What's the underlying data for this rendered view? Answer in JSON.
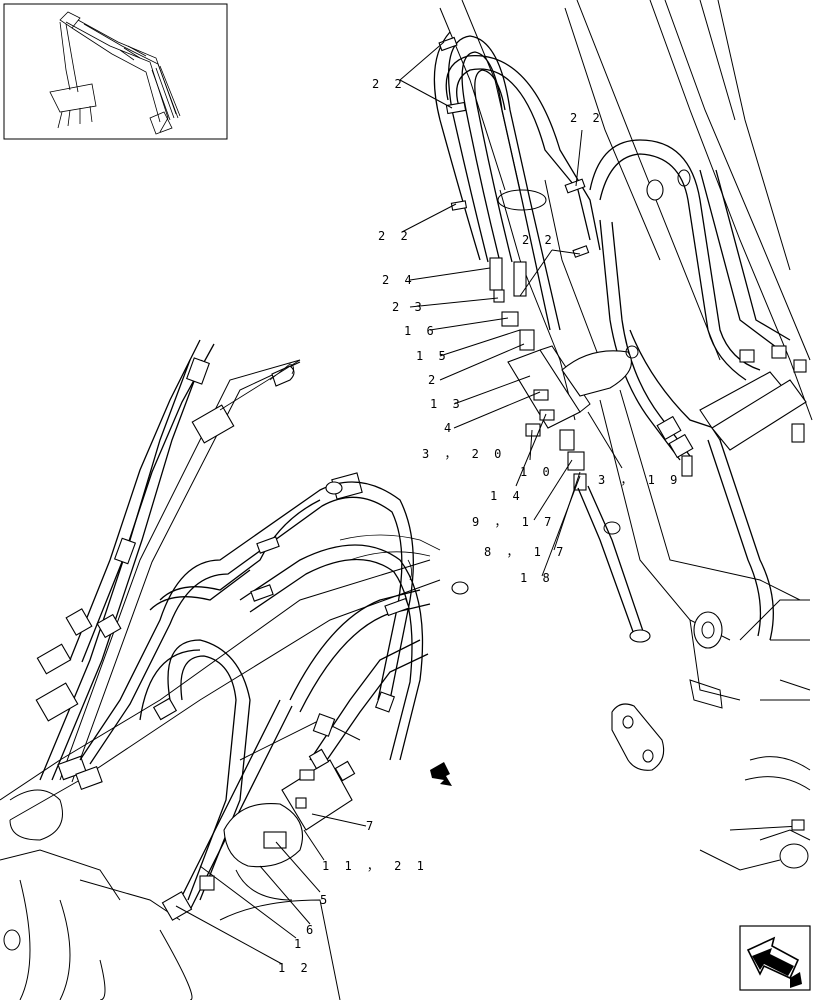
{
  "diagram": {
    "callouts": [
      {
        "id": "c22a",
        "text": "2 2"
      },
      {
        "id": "c22b",
        "text": "2 2"
      },
      {
        "id": "c22c",
        "text": "2 2"
      },
      {
        "id": "c22d",
        "text": "2 2"
      },
      {
        "id": "c24",
        "text": "2 4"
      },
      {
        "id": "c23",
        "text": "2 3"
      },
      {
        "id": "c16",
        "text": "1 6"
      },
      {
        "id": "c15",
        "text": "1 5"
      },
      {
        "id": "c2",
        "text": "2"
      },
      {
        "id": "c13",
        "text": "1 3"
      },
      {
        "id": "c4",
        "text": "4"
      },
      {
        "id": "c3_20",
        "text": "3 ， 2 0"
      },
      {
        "id": "c10",
        "text": "1 0"
      },
      {
        "id": "c3_19",
        "text": "3 ， 1 9"
      },
      {
        "id": "c14",
        "text": "1 4"
      },
      {
        "id": "c9_17",
        "text": "9 ， 1 7"
      },
      {
        "id": "c8_17",
        "text": "8 ， 1 7"
      },
      {
        "id": "c18",
        "text": "1 8"
      },
      {
        "id": "c7",
        "text": "7"
      },
      {
        "id": "c11_21",
        "text": "1 1 ， 2 1"
      },
      {
        "id": "c5",
        "text": "5"
      },
      {
        "id": "c6",
        "text": "6"
      },
      {
        "id": "c1",
        "text": "1"
      },
      {
        "id": "c12",
        "text": "1 2"
      }
    ]
  }
}
